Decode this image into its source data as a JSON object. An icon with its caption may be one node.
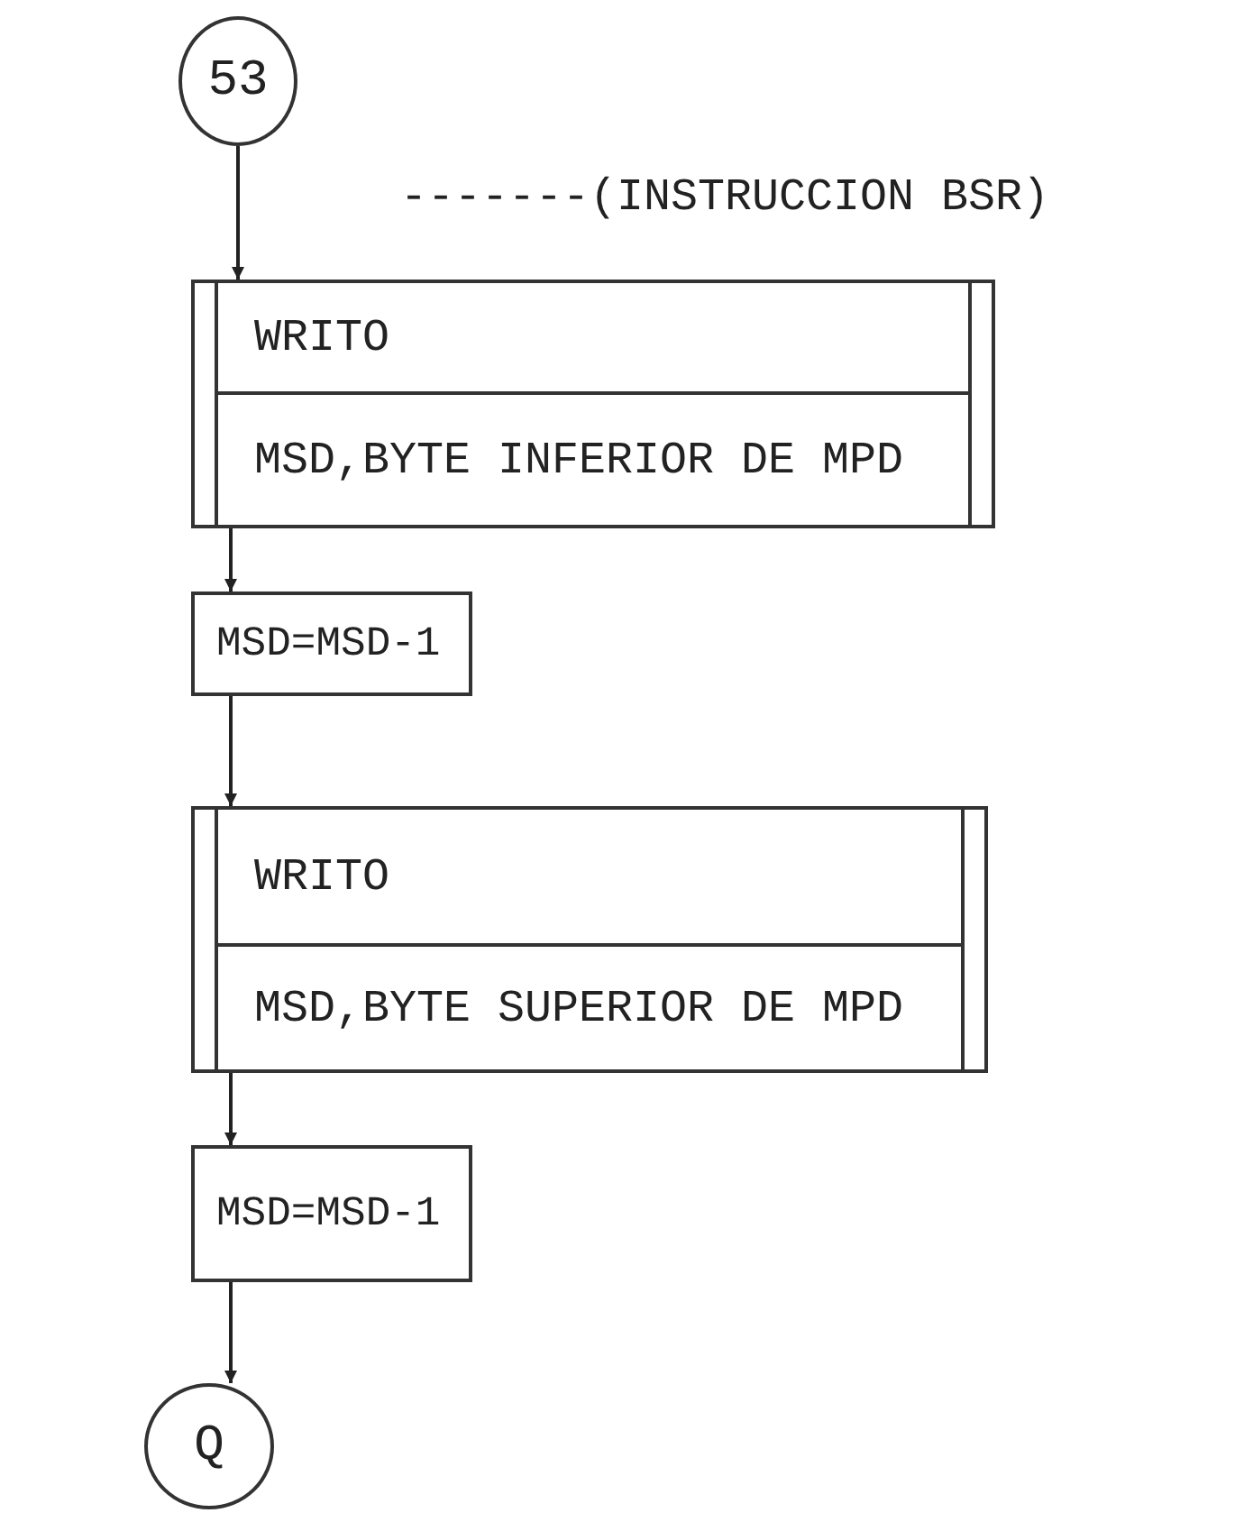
{
  "diagram": {
    "nodes": [
      {
        "text": [
          "53"
        ]
      },
      {
        "text": [
          "WRITO",
          "MSD,BYTE INFERIOR DE MPD"
        ]
      },
      {
        "text": [
          "MSD=MSD-1"
        ]
      },
      {
        "text": [
          "WRITO",
          "MSD,BYTE SUPERIOR DE MPD"
        ]
      },
      {
        "text": [
          "MSD=MSD-1"
        ]
      },
      {
        "text": [
          "Q"
        ]
      }
    ],
    "edges": [
      {
        "from": 0,
        "to": 1,
        "arrow": "to"
      },
      {
        "from": 1,
        "to": 2,
        "arrow": "to"
      },
      {
        "from": 2,
        "to": 3,
        "arrow": "to"
      },
      {
        "from": 3,
        "to": 4,
        "arrow": "to"
      },
      {
        "from": 4,
        "to": 5,
        "arrow": "to"
      }
    ],
    "labels": [
      "-------(INSTRUCCION BSR)"
    ]
  }
}
